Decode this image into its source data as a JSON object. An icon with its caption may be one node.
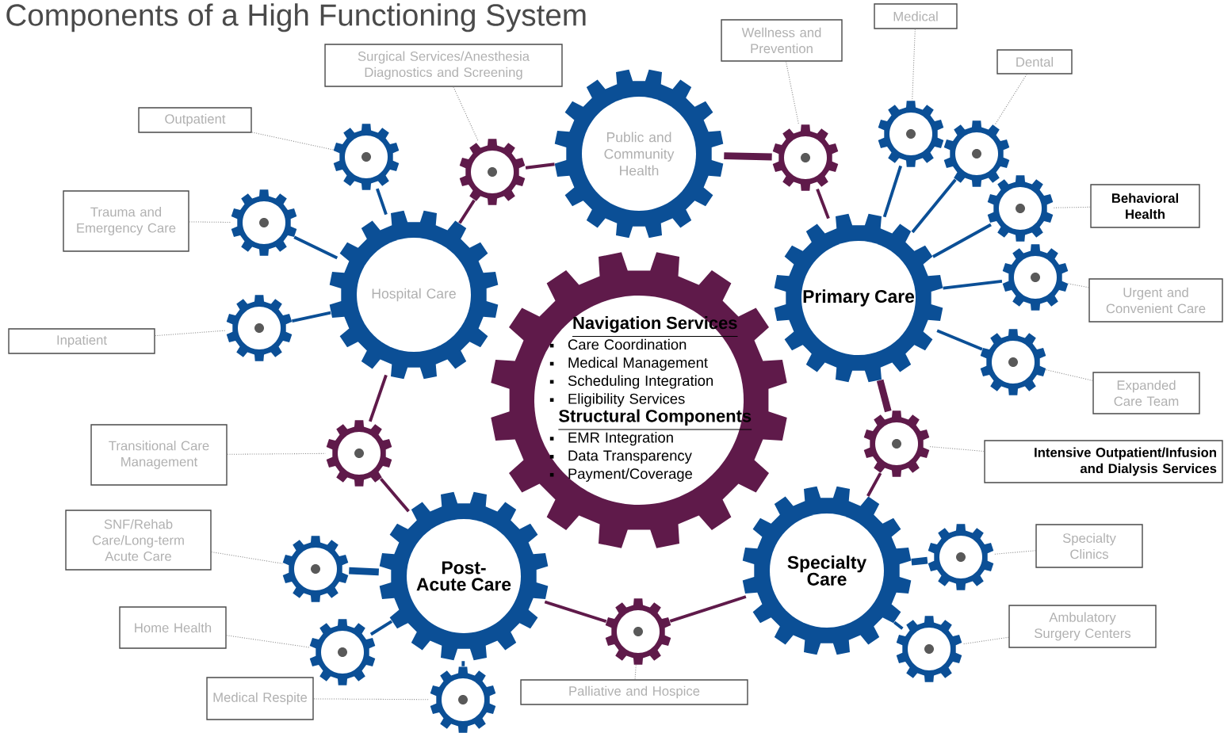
{
  "diagram": {
    "title": "Components of a High Functioning System",
    "nodes": [
      {
        "text": [
          "Navigation Services",
          "Care Coordination",
          "Medical Management",
          "Scheduling Integration",
          "Eligibility Services",
          "Structural Components",
          "EMR Integration",
          "Data Transparency",
          "Payment/Coverage"
        ]
      },
      {
        "text": [
          "Hospital Care"
        ]
      },
      {
        "text": [
          "Public and Community Health"
        ]
      },
      {
        "text": [
          "Primary Care"
        ]
      },
      {
        "text": [
          "Specialty Care"
        ]
      },
      {
        "text": [
          "Post-Acute Care"
        ]
      },
      {
        "text": [
          "Surgical Services/Anesthesia Diagnostics and Screening"
        ]
      },
      {
        "text": [
          "Wellness and Prevention"
        ]
      },
      {
        "text": [
          "Medical"
        ]
      },
      {
        "text": [
          "Dental"
        ]
      },
      {
        "text": [
          "Outpatient"
        ]
      },
      {
        "text": [
          "Trauma and Emergency Care"
        ]
      },
      {
        "text": [
          "Inpatient"
        ]
      },
      {
        "text": [
          "Behavioral Health"
        ]
      },
      {
        "text": [
          "Urgent and Convenient Care"
        ]
      },
      {
        "text": [
          "Expanded Care Team"
        ]
      },
      {
        "text": [
          "Intensive Outpatient/Infusion and Dialysis Services"
        ]
      },
      {
        "text": [
          "Transitional Care Management"
        ]
      },
      {
        "text": [
          "Specialty Clinics"
        ]
      },
      {
        "text": [
          "SNF/Rehab Care/Long-term Acute Care"
        ]
      },
      {
        "text": [
          "Ambulatory Surgery Centers"
        ]
      },
      {
        "text": [
          "Home Health"
        ]
      },
      {
        "text": [
          "Medical Respite"
        ]
      },
      {
        "text": [
          "Palliative and Hospice"
        ]
      },
      {
        "text": [],
        "shape": "gear"
      },
      {
        "text": [],
        "shape": "gear"
      },
      {
        "text": [],
        "shape": "gear"
      },
      {
        "text": [],
        "shape": "gear"
      },
      {
        "text": [],
        "shape": "gear"
      },
      {
        "text": [],
        "shape": "gear"
      },
      {
        "text": [],
        "shape": "gear"
      },
      {
        "text": [],
        "shape": "gear"
      },
      {
        "text": [],
        "shape": "gear"
      },
      {
        "text": [],
        "shape": "gear"
      },
      {
        "text": [],
        "shape": "gear"
      },
      {
        "text": [],
        "shape": "gear"
      },
      {
        "text": [],
        "shape": "gear"
      },
      {
        "text": [],
        "shape": "gear"
      },
      {
        "text": [],
        "shape": "gear"
      },
      {
        "text": [],
        "shape": "gear"
      },
      {
        "text": [],
        "shape": "gear"
      },
      {
        "text": [],
        "shape": "gear"
      }
    ],
    "edges": [
      {
        "from": 1,
        "to": 31,
        "arrow": "none",
        "color": "#5f1a4a"
      },
      {
        "from": 31,
        "to": 2,
        "arrow": "none",
        "color": "#5f1a4a"
      },
      {
        "from": 2,
        "to": 33,
        "arrow": "none",
        "color": "#5f1a4a",
        "style": "thick"
      },
      {
        "from": 33,
        "to": 3,
        "arrow": "none",
        "color": "#5f1a4a"
      },
      {
        "from": 3,
        "to": 34,
        "arrow": "none",
        "color": "#5f1a4a",
        "style": "thick"
      },
      {
        "from": 34,
        "to": 4,
        "arrow": "none",
        "color": "#5f1a4a"
      },
      {
        "from": 4,
        "to": 32,
        "arrow": "none",
        "color": "#5f1a4a"
      },
      {
        "from": 32,
        "to": 5,
        "arrow": "none",
        "color": "#5f1a4a"
      },
      {
        "from": 5,
        "to": 28,
        "arrow": "none",
        "color": "#5f1a4a"
      },
      {
        "from": 28,
        "to": 1,
        "arrow": "none",
        "color": "#5f1a4a"
      },
      {
        "from": 1,
        "to": 29,
        "arrow": "none",
        "color": "#0b4f96"
      },
      {
        "from": 1,
        "to": 25,
        "arrow": "none",
        "color": "#0b4f96"
      },
      {
        "from": 1,
        "to": 24,
        "arrow": "none",
        "color": "#0b4f96"
      },
      {
        "from": 3,
        "to": 35,
        "arrow": "none",
        "color": "#0b4f96"
      },
      {
        "from": 3,
        "to": 38,
        "arrow": "none",
        "color": "#0b4f96"
      },
      {
        "from": 3,
        "to": 40,
        "arrow": "none",
        "color": "#0b4f96"
      },
      {
        "from": 3,
        "to": 41,
        "arrow": "none",
        "color": "#0b4f96"
      },
      {
        "from": 3,
        "to": 39,
        "arrow": "none",
        "color": "#0b4f96"
      },
      {
        "from": 4,
        "to": 37,
        "arrow": "none",
        "style": "thick",
        "color": "#0b4f96"
      },
      {
        "from": 4,
        "to": 36,
        "arrow": "none",
        "color": "#0b4f96"
      },
      {
        "from": 5,
        "to": 26,
        "arrow": "none",
        "style": "thick",
        "color": "#0b4f96"
      },
      {
        "from": 5,
        "to": 27,
        "arrow": "none",
        "color": "#0b4f96"
      },
      {
        "from": 5,
        "to": 30,
        "arrow": "none",
        "color": "#0b4f96"
      },
      {
        "from": 6,
        "to": 31,
        "arrow": "none",
        "style": "dashed",
        "color": "#888888"
      },
      {
        "from": 7,
        "to": 33,
        "arrow": "none",
        "style": "dashed",
        "color": "#888888"
      },
      {
        "from": 8,
        "to": 35,
        "arrow": "none",
        "style": "dashed",
        "color": "#888888"
      },
      {
        "from": 9,
        "to": 38,
        "arrow": "none",
        "style": "dashed",
        "color": "#888888"
      },
      {
        "from": 10,
        "to": 29,
        "arrow": "none",
        "style": "dashed",
        "color": "#888888"
      },
      {
        "from": 11,
        "to": 25,
        "arrow": "none",
        "style": "dashed",
        "color": "#888888"
      },
      {
        "from": 12,
        "to": 24,
        "arrow": "none",
        "style": "dashed",
        "color": "#888888"
      },
      {
        "from": 13,
        "to": 40,
        "arrow": "none",
        "style": "dashed",
        "color": "#888888"
      },
      {
        "from": 14,
        "to": 41,
        "arrow": "none",
        "style": "dashed",
        "color": "#888888"
      },
      {
        "from": 15,
        "to": 39,
        "arrow": "none",
        "style": "dashed",
        "color": "#888888"
      },
      {
        "from": 16,
        "to": 34,
        "arrow": "none",
        "style": "dashed",
        "color": "#888888"
      },
      {
        "from": 17,
        "to": 28,
        "arrow": "none",
        "style": "dashed",
        "color": "#888888"
      },
      {
        "from": 18,
        "to": 37,
        "arrow": "none",
        "style": "dashed",
        "color": "#888888"
      },
      {
        "from": 19,
        "to": 26,
        "arrow": "none",
        "style": "dashed",
        "color": "#888888"
      },
      {
        "from": 20,
        "to": 36,
        "arrow": "none",
        "style": "dashed",
        "color": "#888888"
      },
      {
        "from": 21,
        "to": 27,
        "arrow": "none",
        "style": "dashed",
        "color": "#888888"
      },
      {
        "from": 22,
        "to": 30,
        "arrow": "none",
        "style": "dashed",
        "color": "#888888"
      },
      {
        "from": 23,
        "to": 32,
        "arrow": "none",
        "style": "dashed",
        "color": "#888888"
      }
    ]
  }
}
